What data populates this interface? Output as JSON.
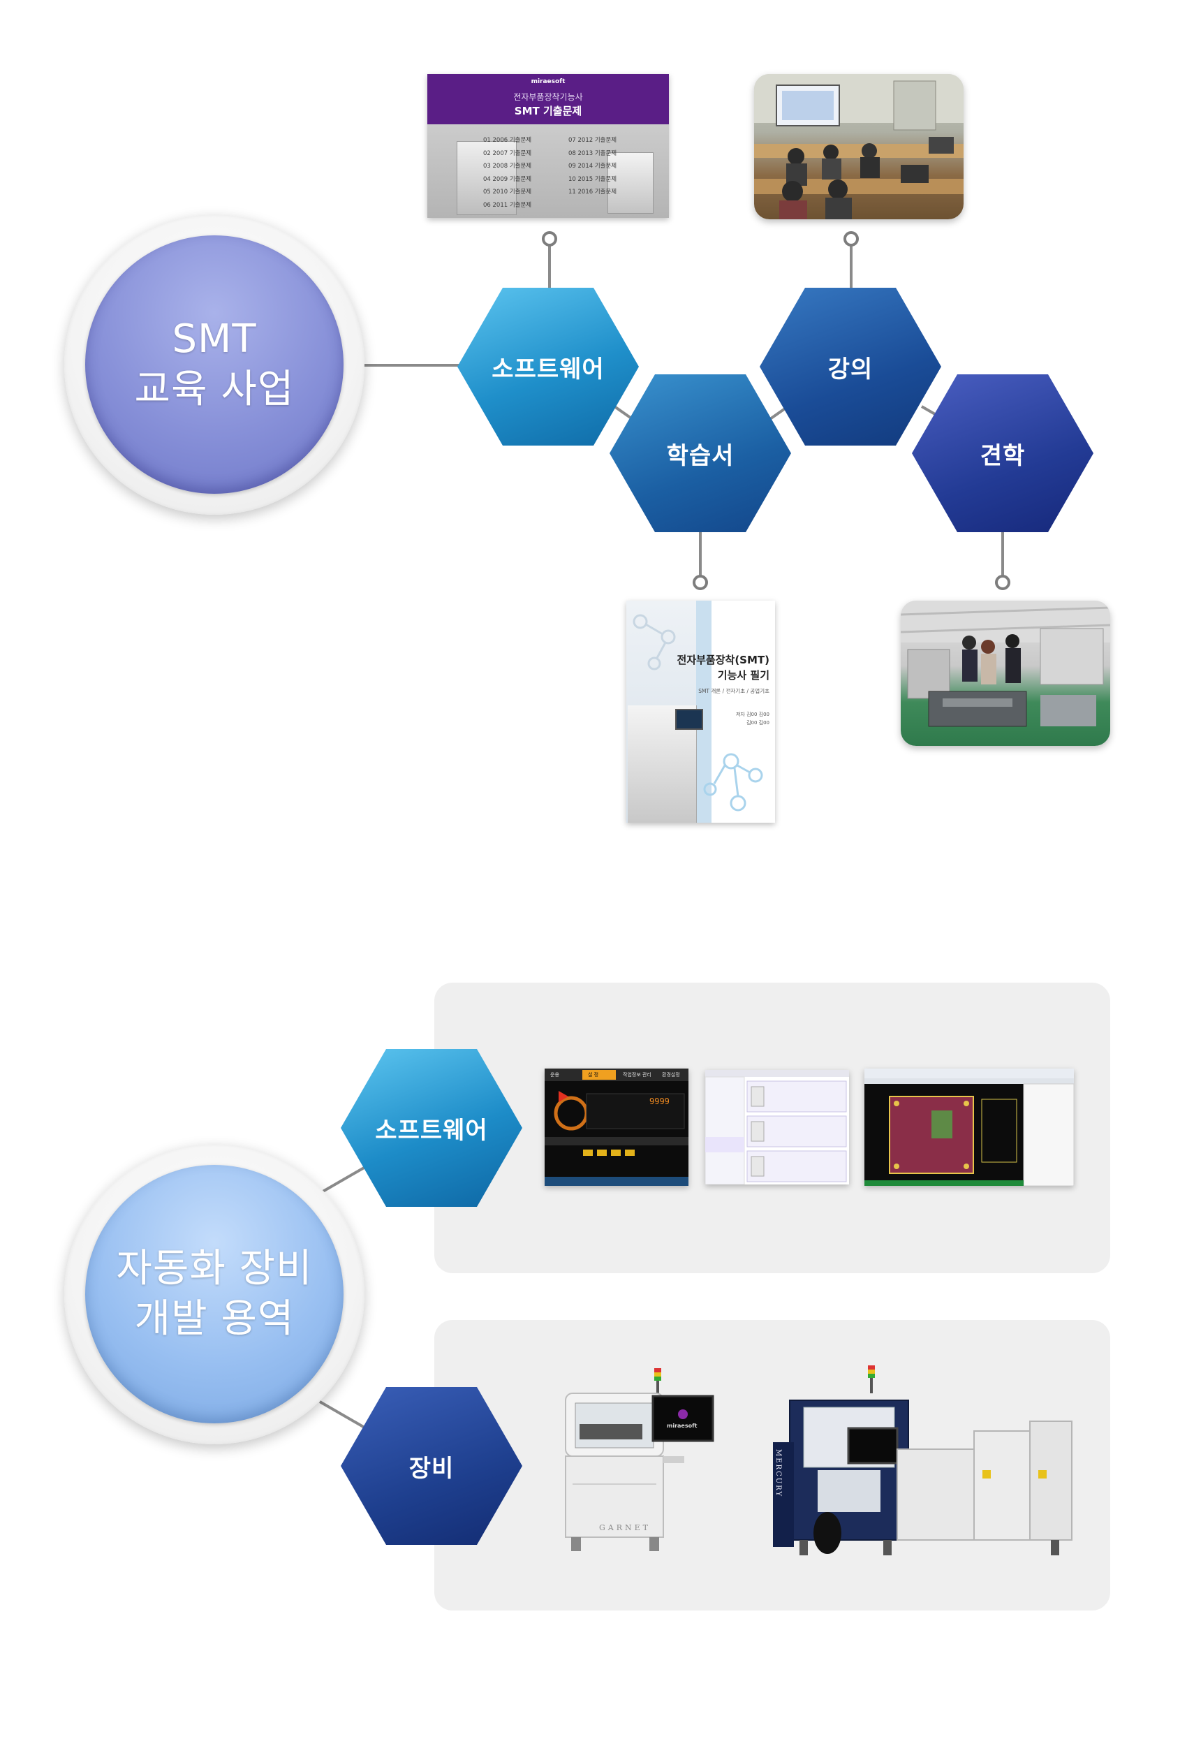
{
  "sections": {
    "education": {
      "title_line1": "SMT",
      "title_line2": "교육 사업",
      "nodes": {
        "software": "소프트웨어",
        "workbook": "학습서",
        "lecture": "강의",
        "tour": "견학"
      },
      "exam_card": {
        "brand": "miraesoft",
        "subtitle": "전자부품장착기능사",
        "title": "SMT 기출문제",
        "items_left": [
          "01 2006 기출문제",
          "02 2007 기출문제",
          "03 2008 기출문제",
          "04 2009 기출문제",
          "05 2010 기출문제",
          "06 2011 기출문제"
        ],
        "items_right": [
          "07 2012 기출문제",
          "08 2013 기출문제",
          "09 2014 기출문제",
          "10 2015 기출문제",
          "11 2016 기출문제"
        ]
      },
      "book_cover": {
        "title_line1": "전자부품장착(SMT)",
        "title_line2": "기능사 필기",
        "subtitle": "SMT 개론 / 전자기초 / 공업기초",
        "authors_line1": "저자  김00  김00",
        "authors_line2": "김00  김00"
      }
    },
    "automation": {
      "title_line1": "자동화 장비",
      "title_line2": "개발 용역",
      "nodes": {
        "software": "소프트웨어",
        "equipment": "장비"
      },
      "machine1_brand": "miraesoft",
      "machine1_label": "GARNET",
      "machine2_label": "MERCURY",
      "sw_screen_tabs": [
        "운용",
        "설 정",
        "작업정보 관리",
        "환경설정"
      ],
      "sw_screen_value": "9999"
    }
  },
  "colors": {
    "circle1": "#8790d8",
    "circle2": "#98bff1",
    "connector": "#8a8a8a",
    "panel": "#efefef"
  }
}
